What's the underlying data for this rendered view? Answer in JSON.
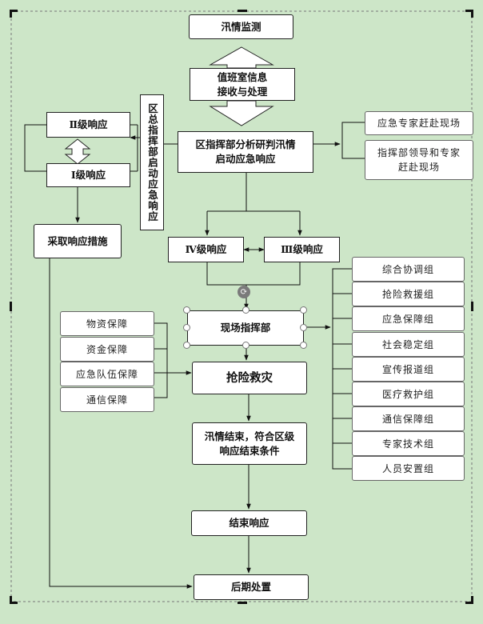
{
  "nodes": {
    "monitor": "汛情监测",
    "duty_line1": "值班室信息",
    "duty_line2": "接收与处理",
    "analyze_line1": "区指挥部分析研判汛情",
    "analyze_line2": "启动应急响应",
    "level2": "Ⅱ级响应",
    "level1": "Ⅰ级响应",
    "district_start": "区总指挥部启动应急响应",
    "measures": "采取响应措施",
    "expert_scene": "应急专家赶赴现场",
    "leaders_line1": "指挥部领导和专家",
    "leaders_line2": "赶赴现场",
    "level4": "Ⅳ级响应",
    "level3": "Ⅲ级响应",
    "field_hq": "现场指挥部",
    "rescue": "抢险救灾",
    "end_cond_line1": "汛情结束，符合区级",
    "end_cond_line2": "响应结束条件",
    "end_resp": "结束响应",
    "aftermath": "后期处置"
  },
  "support_items": [
    "物资保障",
    "资金保障",
    "应急队伍保障",
    "通信保障"
  ],
  "groups": [
    "综合协调组",
    "抢险救援组",
    "应急保障组",
    "社会稳定组",
    "宣传报道组",
    "医疗救护组",
    "通信保障组",
    "专家技术组",
    "人员安置组"
  ],
  "colors": {
    "background": "#cde6c8",
    "box": "#ffffff",
    "line": "#111111"
  },
  "icons": {
    "rotate": "rotate-icon"
  }
}
